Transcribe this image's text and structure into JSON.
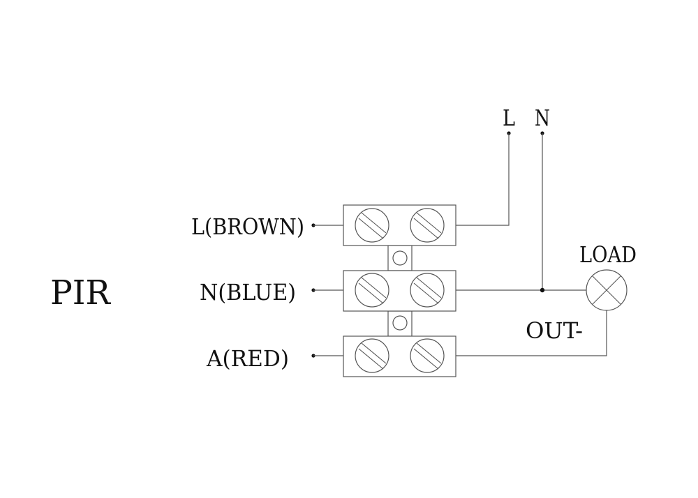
{
  "device_label": "PIR",
  "terminals": [
    {
      "id": "l",
      "label": "L(BROWN)"
    },
    {
      "id": "n",
      "label": "N(BLUE)"
    },
    {
      "id": "a",
      "label": "A(RED)"
    }
  ],
  "supply": {
    "line_label": "L",
    "neutral_label": "N"
  },
  "load": {
    "label": "LOAD",
    "out_label": "OUT-"
  },
  "colors": {
    "line": "#555555",
    "text": "#111111"
  }
}
